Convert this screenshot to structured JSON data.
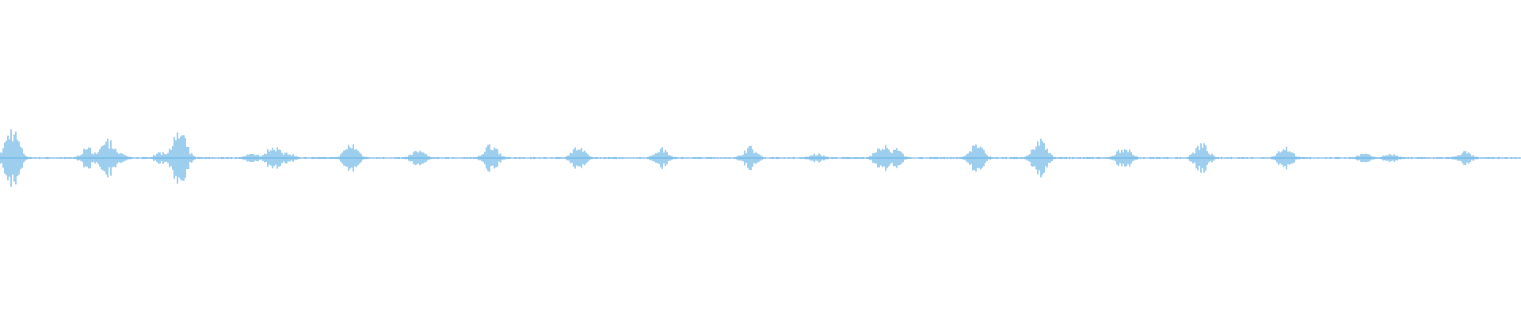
{
  "waveform": {
    "color": "#5dade2",
    "background": "#ffffff",
    "baseline_amplitude": 0.012,
    "bursts": [
      {
        "t": 0.008,
        "amp": 0.55
      },
      {
        "t": 0.058,
        "amp": 0.18
      },
      {
        "t": 0.071,
        "amp": 0.32
      },
      {
        "t": 0.079,
        "amp": 0.08
      },
      {
        "t": 0.106,
        "amp": 0.1
      },
      {
        "t": 0.118,
        "amp": 0.48
      },
      {
        "t": 0.166,
        "amp": 0.08
      },
      {
        "t": 0.18,
        "amp": 0.22
      },
      {
        "t": 0.188,
        "amp": 0.12
      },
      {
        "t": 0.231,
        "amp": 0.26
      },
      {
        "t": 0.275,
        "amp": 0.14
      },
      {
        "t": 0.323,
        "amp": 0.26
      },
      {
        "t": 0.38,
        "amp": 0.2
      },
      {
        "t": 0.435,
        "amp": 0.18
      },
      {
        "t": 0.493,
        "amp": 0.2
      },
      {
        "t": 0.537,
        "amp": 0.08
      },
      {
        "t": 0.58,
        "amp": 0.24
      },
      {
        "t": 0.588,
        "amp": 0.18
      },
      {
        "t": 0.642,
        "amp": 0.26
      },
      {
        "t": 0.684,
        "amp": 0.34
      },
      {
        "t": 0.739,
        "amp": 0.2
      },
      {
        "t": 0.79,
        "amp": 0.26
      },
      {
        "t": 0.845,
        "amp": 0.22
      },
      {
        "t": 0.897,
        "amp": 0.08
      },
      {
        "t": 0.914,
        "amp": 0.08
      },
      {
        "t": 0.963,
        "amp": 0.12
      }
    ]
  }
}
